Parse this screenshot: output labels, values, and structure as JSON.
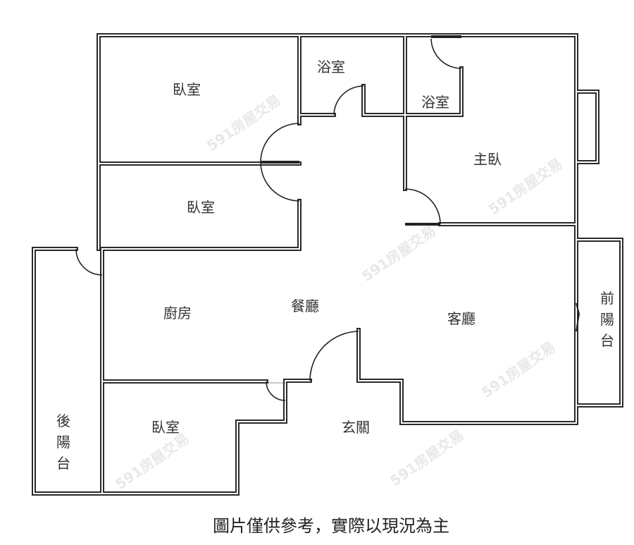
{
  "rooms": {
    "bedroom_top": "臥室",
    "bath_1": "浴室",
    "bath_2": "浴室",
    "master_bedroom": "主臥",
    "bedroom_middle": "臥室",
    "kitchen": "廚房",
    "dining": "餐廳",
    "living": "客廳",
    "front_balcony": [
      "前",
      "陽",
      "台"
    ],
    "back_balcony": [
      "後",
      "陽",
      "台"
    ],
    "bedroom_bottom": "臥室",
    "entrance": "玄關"
  },
  "watermark": "591房屋交易",
  "caption": "圖片僅供參考，實際以現況為主"
}
